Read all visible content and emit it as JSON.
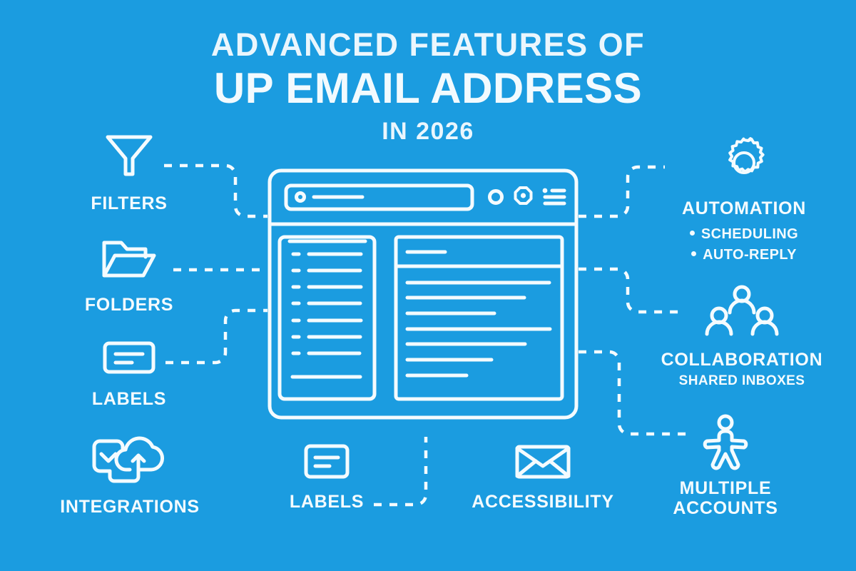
{
  "theme": {
    "background": "#1b9ce0",
    "ink": "#f4fbfe"
  },
  "title": {
    "line1": "ADVANCED FEATURES OF",
    "line2": "UP EMAIL ADDRESS",
    "line3": "IN 2026"
  },
  "nodes": {
    "filters": {
      "label": "FILTERS",
      "icon": "funnel-icon"
    },
    "folders": {
      "label": "FOLDERS",
      "icon": "folder-icon"
    },
    "labels_left": {
      "label": "LABELS",
      "icon": "label-icon"
    },
    "integrations": {
      "label": "INTEGRATIONS",
      "icon": "integrations-icon"
    },
    "labels_bottom": {
      "label": "LABELS",
      "icon": "label-icon"
    },
    "accessibility": {
      "label": "ACCESSIBILITY",
      "icon": "envelope-icon"
    },
    "automation": {
      "label": "AUTOMATION",
      "icon": "gear-icon",
      "bullets": [
        "SCHEDULING",
        "AUTO-REPLY"
      ]
    },
    "collaboration": {
      "label": "COLLABORATION",
      "sublabel": "SHARED INBOXES",
      "icon": "people-group-icon"
    },
    "multiple_accounts": {
      "label_line1": "MULTIPLE",
      "label_line2": "ACCOUNTS",
      "icon": "accessibility-person-icon"
    }
  },
  "browser": {
    "name": "email-client-window",
    "toolbar": {
      "search_bar": "search-bar",
      "icons": [
        "circle-icon",
        "settings-gear-icon",
        "list-menu-icon"
      ]
    },
    "sidebar": {
      "name": "message-list-panel",
      "item_count": 7
    },
    "reading_pane": {
      "name": "message-reading-panel",
      "line_count": 7
    }
  }
}
